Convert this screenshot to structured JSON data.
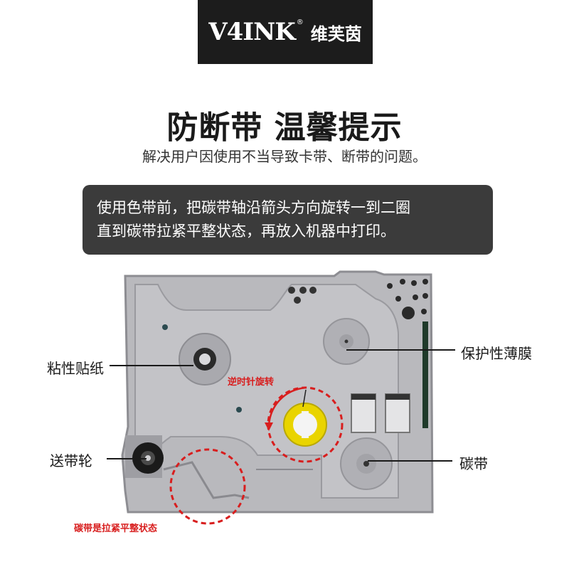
{
  "logo": {
    "brand": "V4INK",
    "reg": "®",
    "cn": "维芙茵"
  },
  "title": "防断带 温馨提示",
  "subtitle": "解决用户因使用不当导致卡带、断带的问题。",
  "notice": {
    "line1": "使用色带前，把碳带轴沿箭头方向旋转一到二圈",
    "line2": "直到碳带拉紧平整状态，再放入机器中打印。"
  },
  "callouts": {
    "sticker": "粘性贴纸",
    "film": "保护性薄膜",
    "feed_wheel": "送带轮",
    "ribbon": "碳带"
  },
  "red_labels": {
    "rotate": "逆时针旋转",
    "tight": "碳带是拉紧平整状态"
  },
  "colors": {
    "red": "#d81e1e",
    "cassette": "#b9b9bd",
    "dark_box": "#3b3b3b",
    "yellow_spool": "#e9d400"
  }
}
